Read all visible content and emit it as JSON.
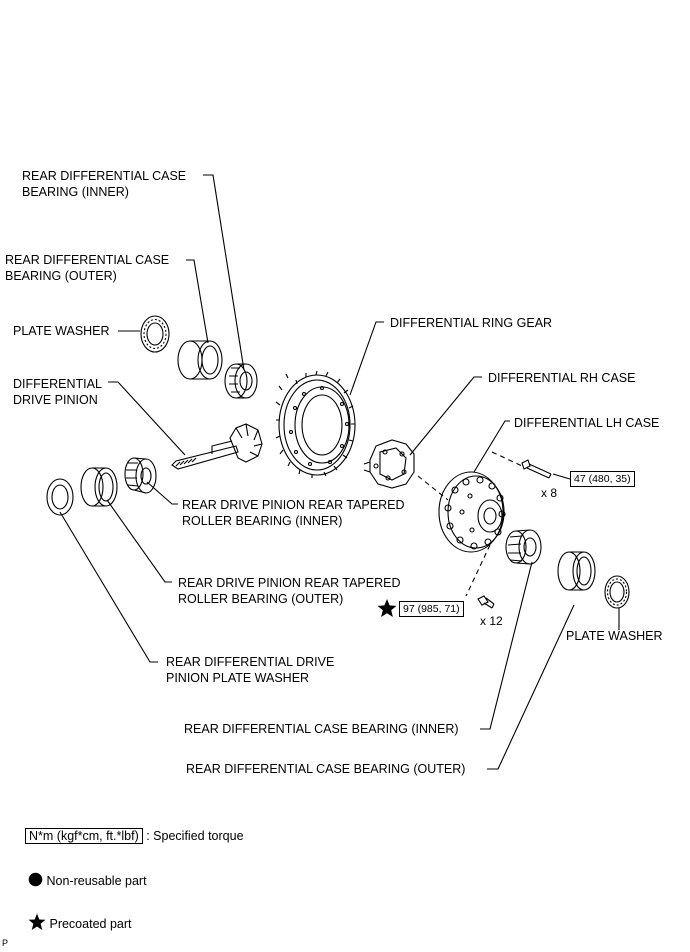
{
  "labels": {
    "case_bearing_inner_top_l1": "REAR DIFFERENTIAL CASE",
    "case_bearing_inner_top_l2": "BEARING (INNER)",
    "case_bearing_outer_top_l1": "REAR DIFFERENTIAL CASE",
    "case_bearing_outer_top_l2": "BEARING (OUTER)",
    "plate_washer_left": "PLATE WASHER",
    "drive_pinion_l1": "DIFFERENTIAL",
    "drive_pinion_l2": "DRIVE PINION",
    "ring_gear": "DIFFERENTIAL RING GEAR",
    "rh_case": "DIFFERENTIAL RH CASE",
    "lh_case": "DIFFERENTIAL LH CASE",
    "pinion_bearing_inner_l1": "REAR DRIVE PINION REAR TAPERED",
    "pinion_bearing_inner_l2": "ROLLER BEARING (INNER)",
    "pinion_bearing_outer_l1": "REAR DRIVE PINION REAR TAPERED",
    "pinion_bearing_outer_l2": "ROLLER BEARING (OUTER)",
    "pinion_plate_washer_l1": "REAR DIFFERENTIAL DRIVE",
    "pinion_plate_washer_l2": "PINION PLATE WASHER",
    "plate_washer_right": "PLATE WASHER",
    "case_bearing_inner_bottom": "REAR DIFFERENTIAL CASE BEARING (INNER)",
    "case_bearing_outer_bottom": "REAR DIFFERENTIAL CASE BEARING (OUTER)"
  },
  "torques": {
    "bolt_upper": "47 (480, 35)",
    "bolt_upper_qty": "x 8",
    "bolt_lower": "97 (985, 71)",
    "bolt_lower_qty": "x 12"
  },
  "legend": {
    "torque_unit": "N*m (kgf*cm, ft.*lbf)",
    "torque_desc": ": Specified torque",
    "non_reusable": "Non-reusable part",
    "precoated": "Precoated part"
  },
  "corner_mark": "P"
}
